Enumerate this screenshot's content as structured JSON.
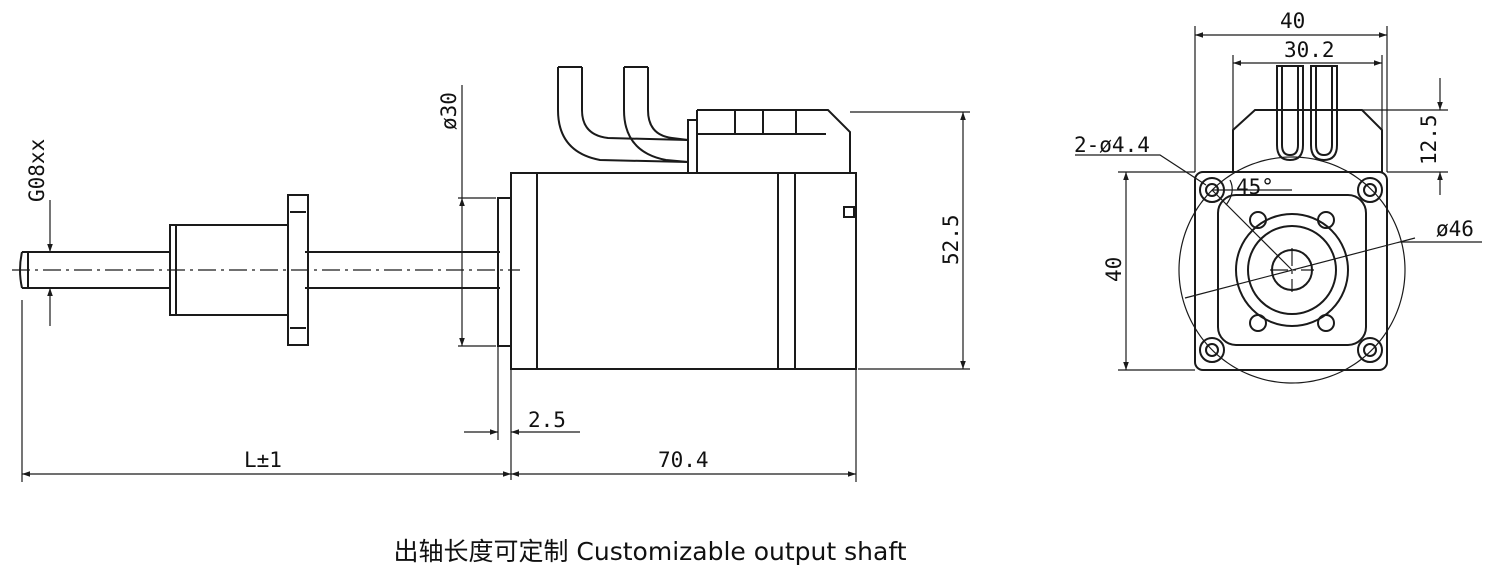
{
  "side_view": {
    "thread_label": "G08xx",
    "flange_dia_label": "ø30",
    "motor_height_label": "52.5",
    "flange_thickness_label": "2.5",
    "shaft_length_label": "L±1",
    "body_length_label": "70.4"
  },
  "front_view": {
    "width_label": "40",
    "top_width_label": "30.2",
    "connector_height_label": "12.5",
    "holes_label": "2-ø4.4",
    "angle_label": "45°",
    "bolt_circle_label": "ø46",
    "height_label": "40"
  },
  "caption": "出轴长度可定制 Customizable output shaft"
}
